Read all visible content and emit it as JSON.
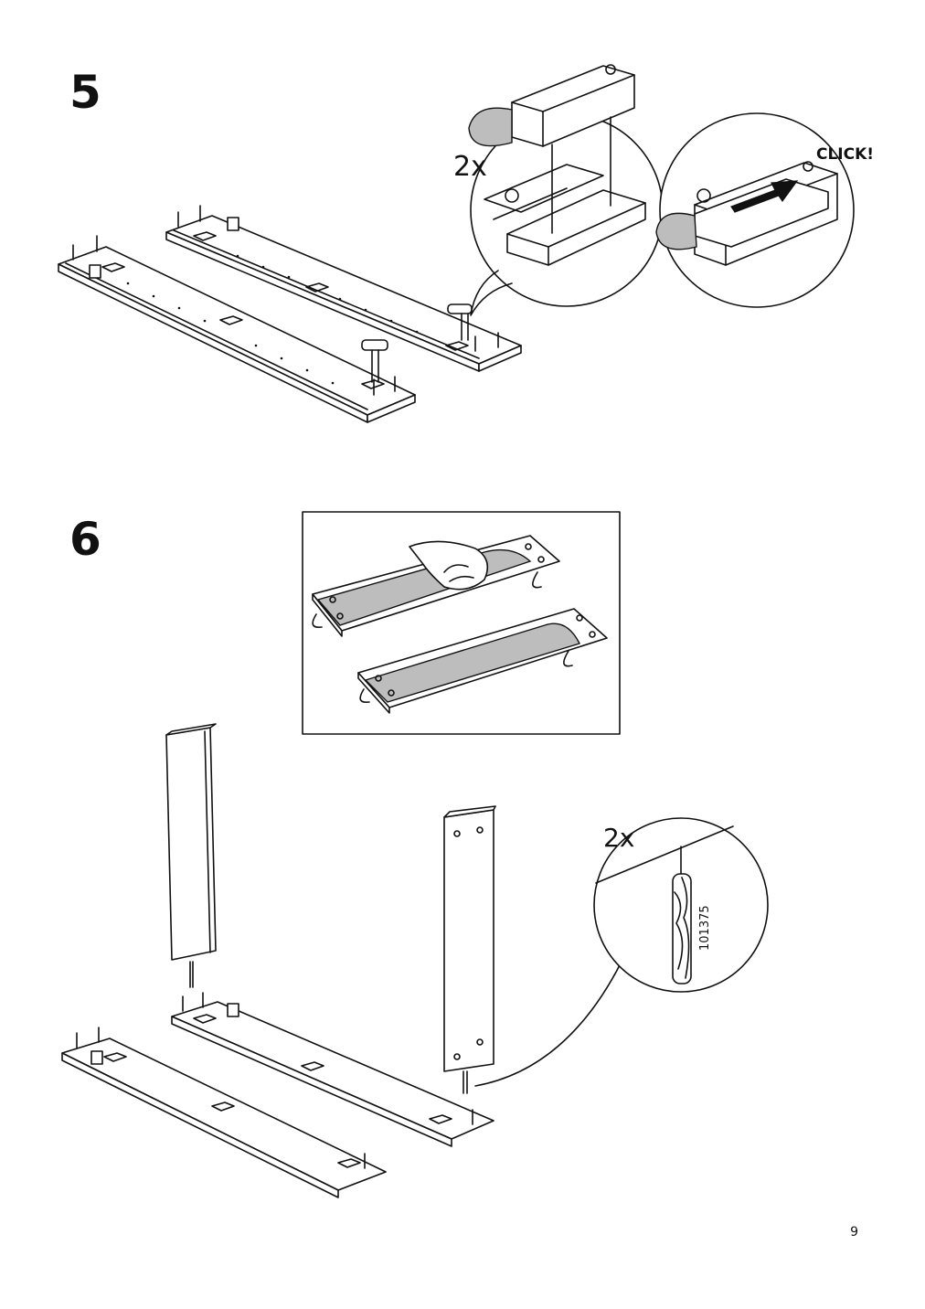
{
  "steps": [
    {
      "number": "5",
      "callouts": {
        "quantity": "2x",
        "click_label": "CLICK!"
      }
    },
    {
      "number": "6",
      "callouts": {
        "quantity": "2x",
        "part_number": "101375"
      }
    }
  ],
  "page_number": "9",
  "icons": [
    "dowel-icon",
    "arrow-right-icon",
    "hand-icon",
    "connector-fitting-icon"
  ]
}
